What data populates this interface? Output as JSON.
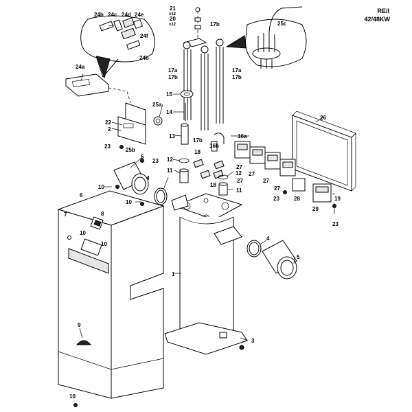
{
  "title": {
    "line1": "RE/I",
    "line2": "42/48KW"
  },
  "labels": {
    "l24b_top": "24b",
    "l24c": "24c",
    "l24d": "24d",
    "l24e": "24e",
    "l24f": "24f",
    "l24b_bot": "24b",
    "l24a": "24a",
    "l21": "21",
    "x12_a": "x12",
    "l20": "20",
    "x12_b": "x12",
    "l17b_top": "17b",
    "l17a_left": "17a",
    "l17b_left": "17b",
    "l17a_right": "17a",
    "l17b_right": "17b",
    "l25c": "25c",
    "l15": "15",
    "l14": "14",
    "l25a": "25a",
    "l22": "22",
    "l2": "2",
    "l13": "13",
    "l17b_mid": "17b",
    "l16a": "16a",
    "l16b": "16b",
    "l26": "26",
    "l23_a": "23",
    "l25b": "25b",
    "l5_top": "5",
    "l23_b": "23",
    "l12_a": "12",
    "l18_a": "18",
    "l11_a": "11",
    "l12_b": "12",
    "l18_b": "18",
    "l27_a": "27",
    "l27_b": "27",
    "l27_c": "27",
    "l27_d": "27",
    "l27_e": "27",
    "l11_b": "11",
    "l10_a": "10",
    "l10_b": "10",
    "l6": "6",
    "l4_top": "4",
    "l23_c": "23",
    "l28": "28",
    "l19": "19",
    "l29": "29",
    "l23_d": "23",
    "l7": "7",
    "l8": "8",
    "l10_c": "10",
    "l10_d": "10",
    "l4_right": "4",
    "l5_right": "5",
    "l1": "1",
    "l9": "9",
    "l3": "3",
    "l10_e": "10"
  }
}
